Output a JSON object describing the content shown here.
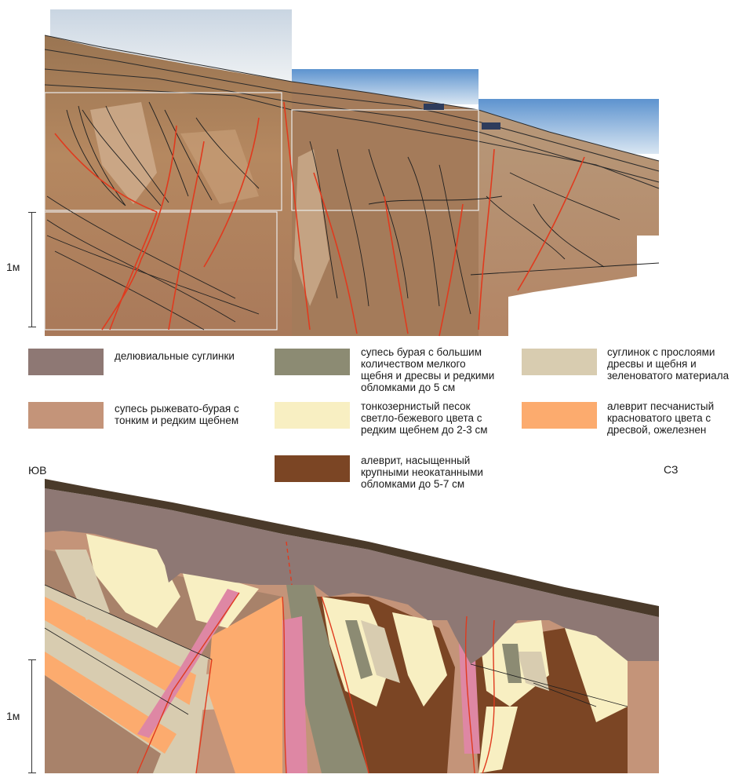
{
  "scale": {
    "top_label": "1м",
    "bottom_label": "1м"
  },
  "directions": {
    "left": "ЮВ",
    "right": "СЗ"
  },
  "legend": [
    {
      "id": "deluvial",
      "label": "делювиальные суглинки",
      "color": "#8e7874"
    },
    {
      "id": "brown-sandy",
      "label": "супесь бурая с большим\nколичеством мелкого\nщебня и дресвы и редкими\nобломками до 5 см",
      "color": "#8c8b73"
    },
    {
      "id": "loam-layers",
      "label": "суглинок с прослоями\nдресвы и щебня и\nзеленоватого материала",
      "color": "#d8ccb0"
    },
    {
      "id": "reddish-sandy",
      "label": "супесь рыжевато-бурая с\nтонким и редким щебнем",
      "color": "#c49479"
    },
    {
      "id": "fine-sand",
      "label": "тонкозернистый песок\nсветло-бежевого цвета с\nредким щебнем до 2-3 см",
      "color": "#f8efc2"
    },
    {
      "id": "aleurite-sandy",
      "label": "алеврит песчанистый\nкрасноватого цвета с\nдресвой, ожелезнен",
      "color": "#fcab6e"
    },
    {
      "id": "aleurite-clasts",
      "label": "алеврит, насыщенный\nкрупными неокатанными\nобломками до 5-7 см",
      "color": "#7b4524"
    }
  ],
  "colors": {
    "top_soil": "#4a3a2a",
    "pink_vein": "#de87a4",
    "fault_red": "#e03a1e",
    "photo_soil": "#a87a55",
    "sky": "#a8c4e0"
  }
}
